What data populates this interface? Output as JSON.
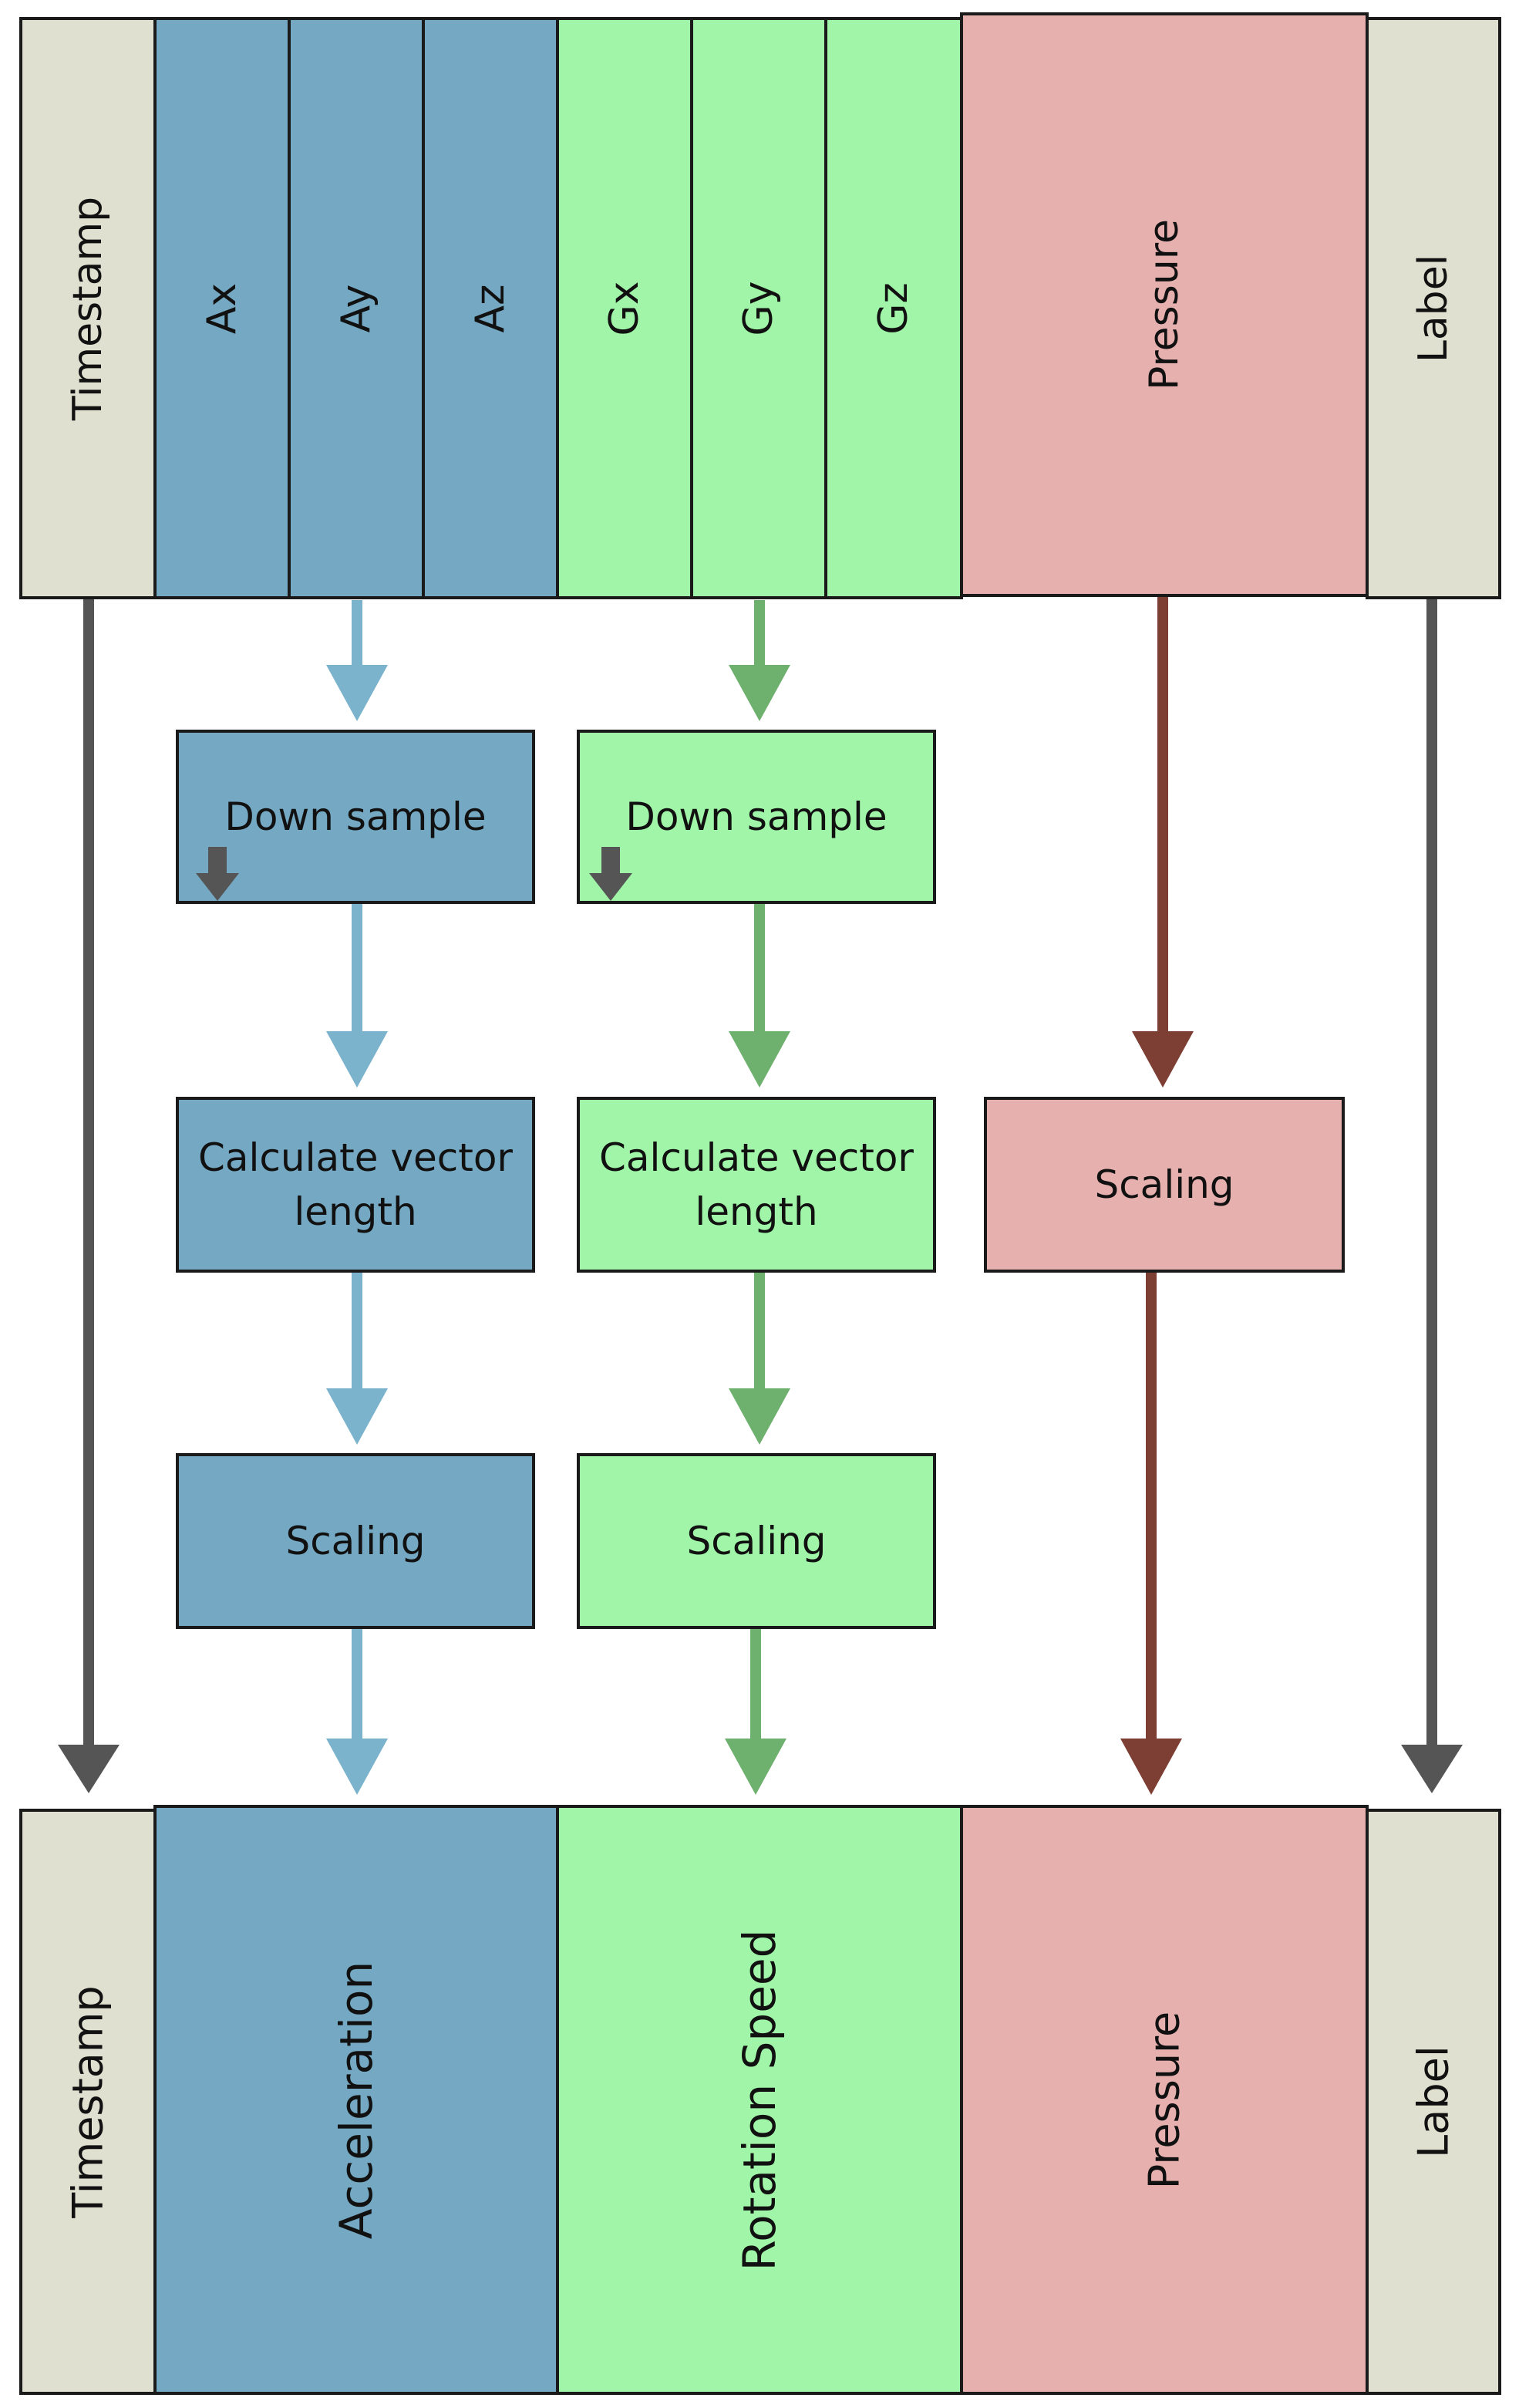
{
  "colors": {
    "tan": "#dfe0cf",
    "blue": "#75a8c2",
    "green": "#a0f5a8",
    "pink": "#e5b0ae",
    "gray_arrow": "#555555",
    "blue_arrow": "#7bb2cc",
    "green_arrow": "#6eb06e",
    "brown_arrow": "#7d3e34"
  },
  "input": {
    "timestamp": "Timestamp",
    "ax": "Ax",
    "ay": "Ay",
    "az": "Az",
    "gx": "Gx",
    "gy": "Gy",
    "gz": "Gz",
    "pressure": "Pressure",
    "label": "Label"
  },
  "accel_chain": {
    "downsample": "Down sample",
    "vector": "Calculate vector length",
    "scaling": "Scaling"
  },
  "gyro_chain": {
    "downsample": "Down sample",
    "vector": "Calculate vector length",
    "scaling": "Scaling"
  },
  "pressure_chain": {
    "scaling": "Scaling"
  },
  "output": {
    "timestamp": "Timestamp",
    "acceleration": "Acceleration",
    "rotation_speed": "Rotation Speed",
    "pressure": "Pressure",
    "label": "Label"
  },
  "icons": {
    "downsample": "down-arrow-icon"
  }
}
